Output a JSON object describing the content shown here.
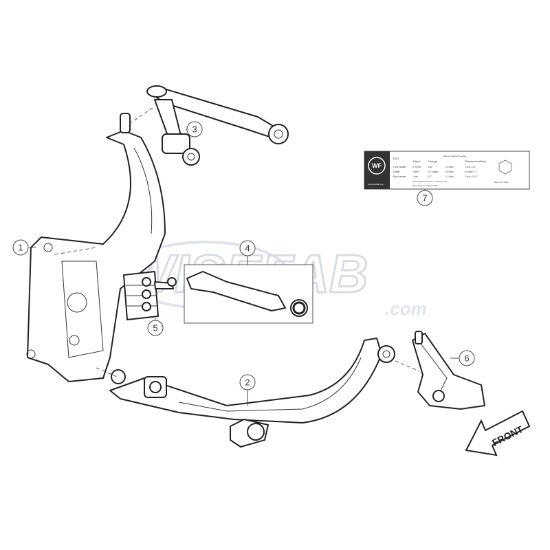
{
  "watermark": {
    "brand": "WISEFAB",
    "domain": ".com",
    "color": "#d6dbe6"
  },
  "callouts": [
    {
      "number": "1",
      "part": "knuckle"
    },
    {
      "number": "2",
      "part": "lower-control-arm"
    },
    {
      "number": "3",
      "part": "upper-control-arm"
    },
    {
      "number": "4",
      "part": "tie-rod-arm"
    },
    {
      "number": "5",
      "part": "steering-rack-spacer"
    },
    {
      "number": "6",
      "part": "tension-rod-bracket"
    },
    {
      "number": "7",
      "part": "setup-sticker"
    }
  ],
  "front_arrow": {
    "label": "FRONT"
  },
  "sticker": {
    "logo": "WF",
    "website": "www.wisefab.com",
    "headers": [
      "EVO",
      "Adjust",
      "Change",
      "Tickets (spanner) needed",
      "Tickets sensitivity"
    ],
    "rows": [
      [
        "Front camber",
        "0.75 mm",
        "0.30°",
        "1.5 ticks",
        "1 tick = 0.1°"
      ],
      [
        "Caster",
        "10mm",
        "0.3° caster",
        "6.5 ticks",
        "6.5 ticks = 1°"
      ],
      [
        "Rear camber",
        "1 turn",
        "0.3°",
        "1.2 ticks",
        "1 tick = 0.14°"
      ]
    ],
    "notes": [
      "More negative camber = shorter bottle",
      "More caster = shorter bottle"
    ],
    "hex_label": "1Flat = 5.6 ticks"
  }
}
